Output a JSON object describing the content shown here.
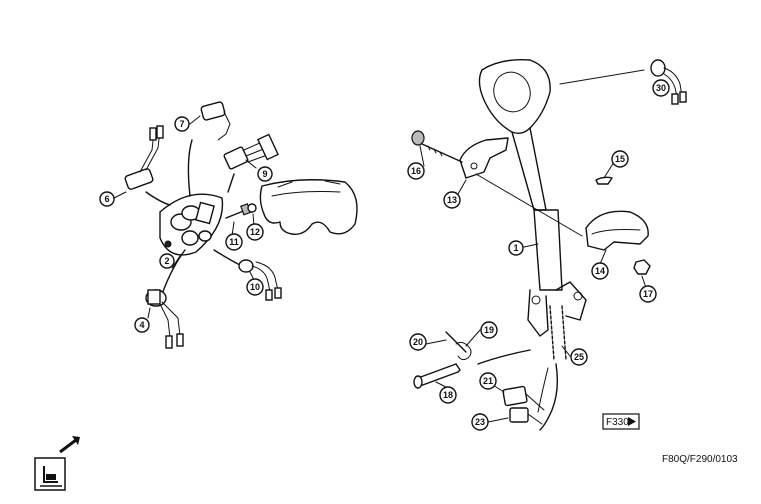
{
  "diagram": {
    "callouts": [
      "1",
      "2",
      "4",
      "6",
      "7",
      "9",
      "10",
      "11",
      "12",
      "13",
      "14",
      "15",
      "16",
      "17",
      "18",
      "19",
      "20",
      "21",
      "23",
      "25",
      "30"
    ],
    "sheet_tag": "F330",
    "drawing_code": "F80Q/F290/0103",
    "icons": [
      "arrow-icon",
      "seat-symbol-icon",
      "arrow-right-icon"
    ]
  }
}
